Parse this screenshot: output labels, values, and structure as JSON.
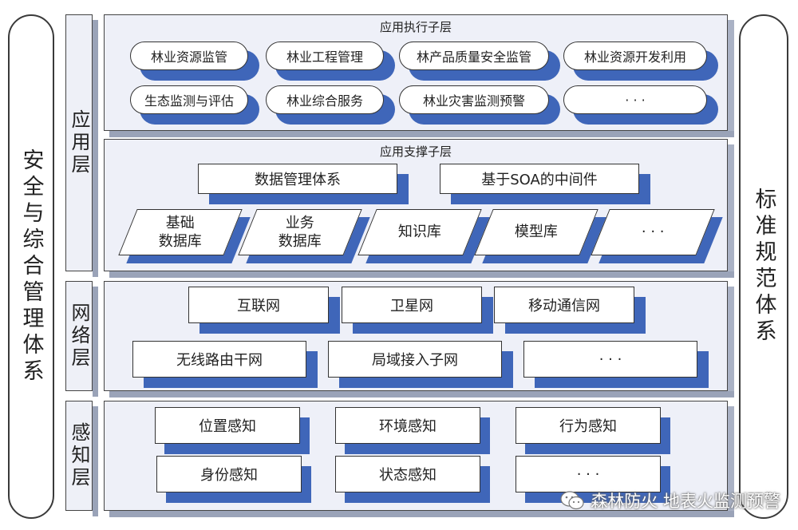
{
  "side_left": "安全与综合管理体系",
  "side_right": "标准规范体系",
  "layers": {
    "application": "应用层",
    "network": "网络层",
    "perception": "感知层"
  },
  "app_exec": {
    "title": "应用执行子层",
    "row1": [
      "林业资源监管",
      "林业工程管理",
      "林产品质量安全监管",
      "林业资源开发利用"
    ],
    "row2": [
      "生态监测与评估",
      "林业综合服务",
      "林业灾害监测预警",
      "· · ·"
    ]
  },
  "app_support": {
    "title": "应用支撑子层",
    "top": [
      "数据管理体系",
      "基于SOA的中间件"
    ],
    "libs": [
      "基础\n数据库",
      "业务\n数据库",
      "知识库",
      "模型库",
      "· · ·"
    ]
  },
  "network": {
    "row1": [
      "互联网",
      "卫星网",
      "移动通信网"
    ],
    "row2": [
      "无线路由干网",
      "局域接入子网",
      "· · ·"
    ]
  },
  "perception": {
    "row1": [
      "位置感知",
      "环境感知",
      "行为感知"
    ],
    "row2": [
      "身份感知",
      "状态感知",
      "· · ·"
    ]
  },
  "watermark": "森林防火 地表火监测预警"
}
